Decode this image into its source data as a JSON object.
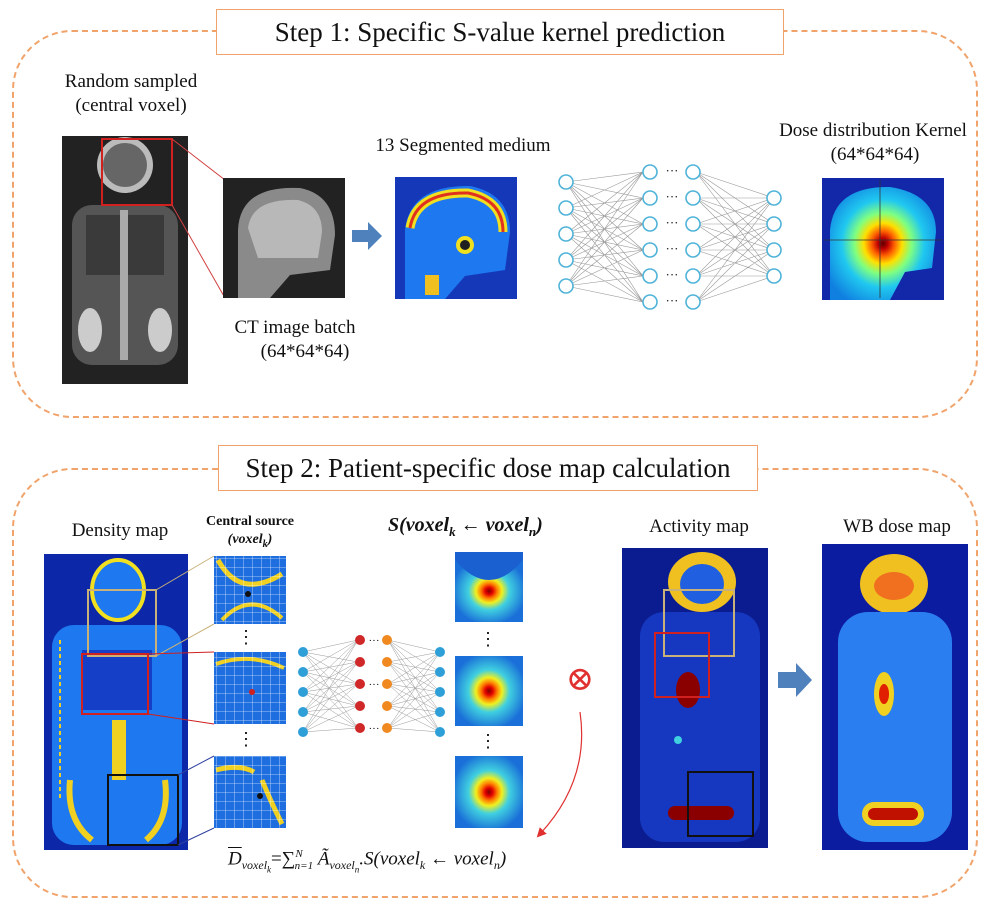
{
  "step1": {
    "title": "Step 1: Specific S-value kernel prediction",
    "random_sampled": "Random sampled",
    "central_voxel": "(central voxel)",
    "segmented_medium": "13 Segmented medium",
    "ct_batch": "CT image batch",
    "ct_batch_size": "(64*64*64)",
    "dose_kernel": "Dose  distribution Kernel",
    "dose_kernel_size": "(64*64*64)",
    "ellipsis": "···"
  },
  "step2": {
    "title": "Step 2: Patient-specific dose map calculation",
    "density_map": "Density map",
    "central_source": "Central source",
    "central_source_voxel": "(voxel",
    "central_source_sub": "k",
    "s_formula": "S(voxel",
    "activity_map": "Activity map",
    "wb_dose_map": "WB dose map",
    "vdots": "⋮",
    "otimes": "⊗",
    "ellipsis": "···"
  },
  "formula": {
    "lhs": "D",
    "lhs_sub": "voxel",
    "lhs_subsub": "k",
    "rhs": "=∑",
    "sum_sup": "N",
    "sum_sub": "n=1",
    "a": "Ã",
    "a_sub": "voxel",
    "a_subsub": "n",
    "dot_s": ".S(voxel",
    "k": "k",
    "arrow": " ← voxel",
    "n": "n",
    "close": ")"
  },
  "colors": {
    "panel_border": "#f0a36b",
    "arrow_blue": "#4f81bd",
    "node_stroke": "#4fb3d9",
    "otimes_red": "#e03030",
    "box_red": "#d02020",
    "box_tan": "#c8b27a"
  }
}
